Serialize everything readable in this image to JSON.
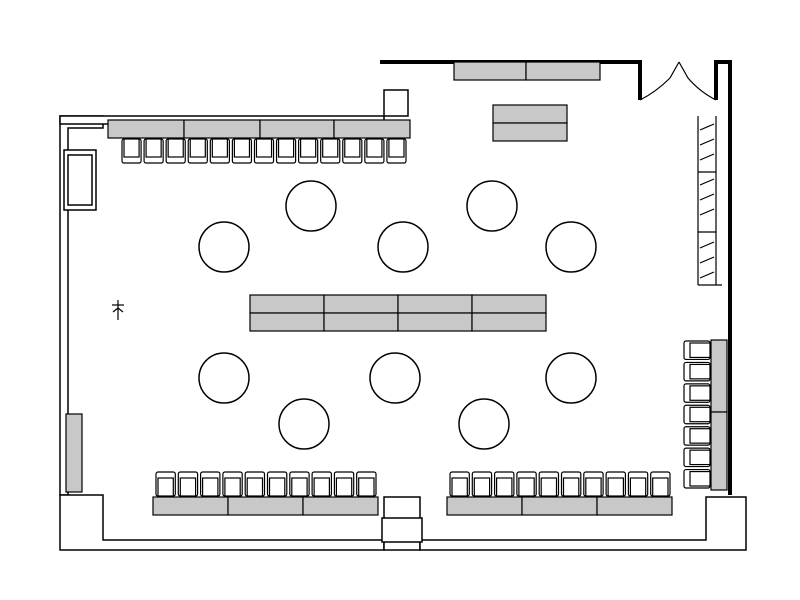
{
  "diagram": {
    "kind": "floor-plan",
    "colors": {
      "table_fill": "#c8c8c8",
      "line": "#000000",
      "background": "#ffffff"
    },
    "counts": {
      "round_tables": 10,
      "top_row_chairs": 13,
      "bottom_left_chairs": 10,
      "bottom_right_chairs": 10,
      "right_side_chairs": 7
    }
  }
}
